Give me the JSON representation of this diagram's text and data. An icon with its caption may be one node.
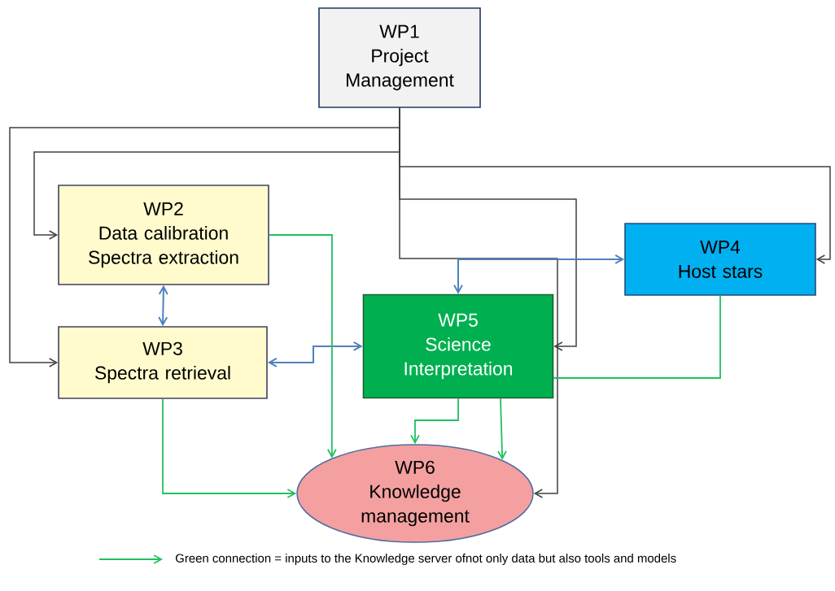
{
  "diagram": {
    "nodes": [
      {
        "text": [
          "WP1",
          "Project Management"
        ]
      },
      {
        "text": [
          "WP2",
          "Data calibration",
          "Spectra extraction"
        ]
      },
      {
        "text": [
          "WP3",
          "Spectra retrieval"
        ]
      },
      {
        "text": [
          "WP4",
          "Host stars"
        ]
      },
      {
        "text": [
          "WP5",
          "Science Interpretation"
        ]
      },
      {
        "text": [
          "WP6",
          "Knowledge management"
        ]
      }
    ],
    "edges": [
      {
        "from": 0,
        "to": 2,
        "arrow": "to"
      },
      {
        "from": 0,
        "to": 1,
        "arrow": "to"
      },
      {
        "from": 0,
        "to": 3,
        "arrow": "to"
      },
      {
        "from": 0,
        "to": 4,
        "arrow": "to"
      },
      {
        "from": 0,
        "to": 5,
        "arrow": "to"
      },
      {
        "from": 1,
        "to": 2,
        "arrow": "both",
        "color": "#4f81bd"
      },
      {
        "from": 2,
        "to": 4,
        "arrow": "both",
        "color": "#4f81bd"
      },
      {
        "from": 4,
        "to": 3,
        "arrow": "both",
        "color": "#4f81bd"
      },
      {
        "from": 1,
        "to": 5,
        "arrow": "to",
        "color": "#20c060"
      },
      {
        "from": 2,
        "to": 5,
        "arrow": "to",
        "color": "#20c060"
      },
      {
        "from": 4,
        "to": 5,
        "arrow": "to",
        "color": "#20c060"
      },
      {
        "from": 4,
        "to": 5,
        "arrow": "to",
        "color": "#20c060"
      },
      {
        "from": 3,
        "to": 4,
        "arrow": "none",
        "color": "#20c060"
      }
    ],
    "legend": [
      {
        "text": "Green connection = inputs to the Knowledge server ofnot only data but also tools and models"
      }
    ]
  }
}
